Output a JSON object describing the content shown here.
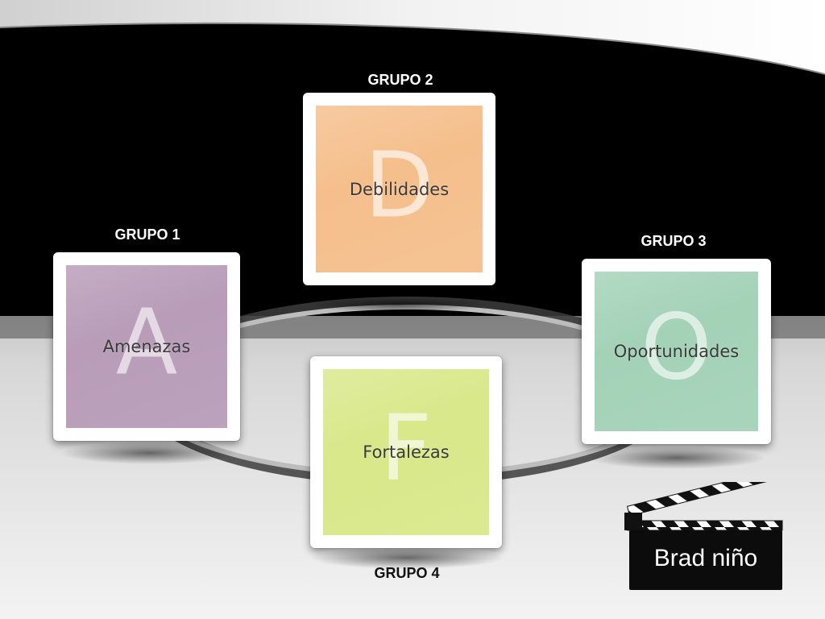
{
  "slide": {
    "cards": [
      {
        "id": "amenazas",
        "group_label": "GRUPO 1",
        "letter": "A",
        "word": "Amenazas",
        "color": "#b89cb8"
      },
      {
        "id": "debilidades",
        "group_label": "GRUPO 2",
        "letter": "D",
        "word": "Debilidades",
        "color": "#f5bf8c"
      },
      {
        "id": "oportunidades",
        "group_label": "GRUPO 3",
        "letter": "O",
        "word": "Oportunidades",
        "color": "#a3d2b7"
      },
      {
        "id": "fortalezas",
        "group_label": "GRUPO 4",
        "letter": "F",
        "word": "Fortalezas",
        "color": "#d9e88a"
      }
    ],
    "clapperboard": {
      "text": "Brad niño"
    }
  }
}
